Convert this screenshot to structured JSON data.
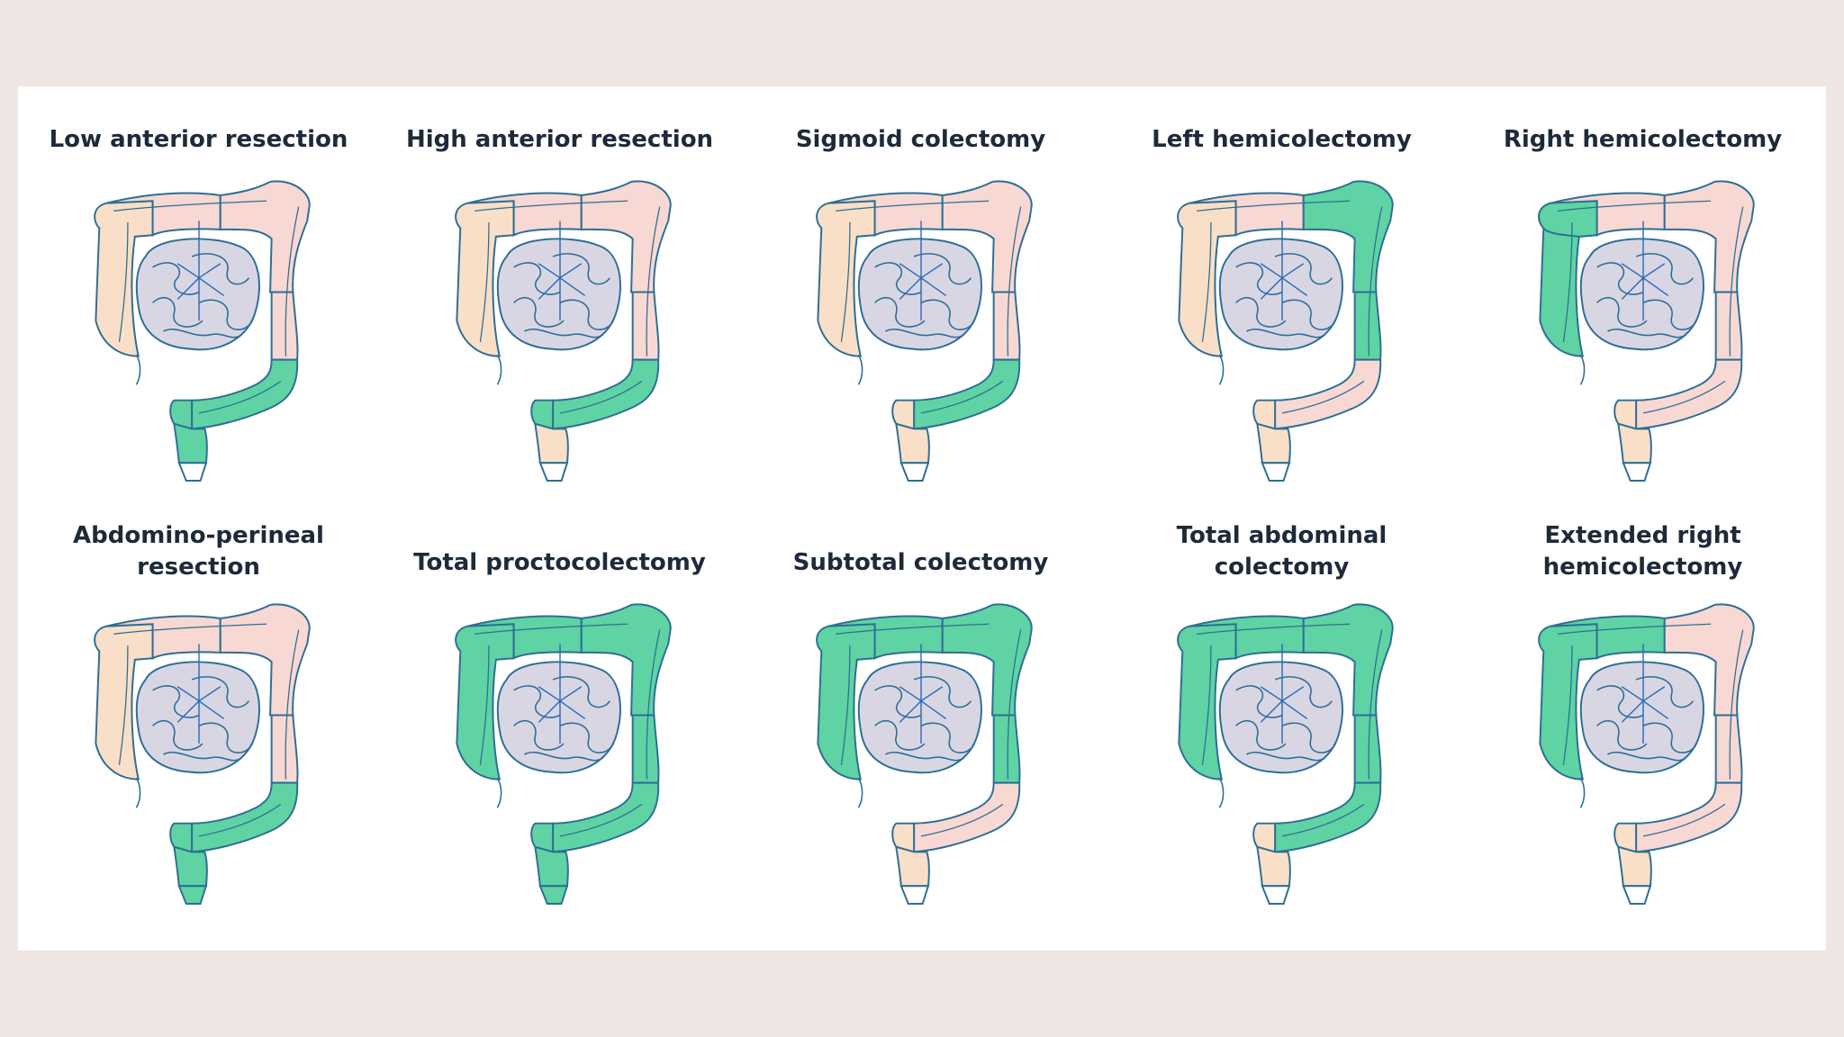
{
  "colors": {
    "background": "#efe6e3",
    "panel": "#ffffff",
    "resected": "#5fd3a3",
    "ascending": "#f9dfc7",
    "transverse_descending": "#f8d8d2",
    "rectum_retained": "#f9dfc7",
    "small_intestine": "#d9d6e4",
    "outline": "#2d6e96",
    "vessels": "#2a6ab8"
  },
  "diagrams": [
    {
      "title": "Low anterior resection",
      "resected": {
        "asc": false,
        "trans": false,
        "desc": false,
        "sigmoid": true,
        "upper_rectum": true,
        "lower_rectum": true,
        "anus": false
      }
    },
    {
      "title": "High anterior resection",
      "resected": {
        "asc": false,
        "trans": false,
        "desc": false,
        "sigmoid": true,
        "upper_rectum": true,
        "lower_rectum": false,
        "anus": false
      }
    },
    {
      "title": "Sigmoid colectomy",
      "resected": {
        "asc": false,
        "trans": false,
        "desc": false,
        "sigmoid": true,
        "upper_rectum": false,
        "lower_rectum": false,
        "anus": false
      }
    },
    {
      "title": "Left hemicolectomy",
      "resected": {
        "asc": false,
        "trans_left": true,
        "trans": false,
        "desc": true,
        "sigmoid": false,
        "upper_rectum": false,
        "lower_rectum": false,
        "anus": false
      }
    },
    {
      "title": "Right hemicolectomy",
      "resected": {
        "asc": true,
        "trans_right_small": true,
        "trans": false,
        "desc": false,
        "sigmoid": false,
        "upper_rectum": false,
        "lower_rectum": false,
        "anus": false
      }
    },
    {
      "title": "Abdomino-perineal\nresection",
      "resected": {
        "asc": false,
        "trans": false,
        "desc": false,
        "sigmoid": true,
        "upper_rectum": true,
        "lower_rectum": true,
        "anus": true
      }
    },
    {
      "title": "Total proctocolectomy",
      "resected": {
        "asc": true,
        "trans": true,
        "desc": true,
        "sigmoid": true,
        "upper_rectum": true,
        "lower_rectum": true,
        "anus": true
      }
    },
    {
      "title": "Subtotal colectomy",
      "resected": {
        "asc": true,
        "trans": true,
        "desc": true,
        "sigmoid": false,
        "upper_rectum": false,
        "lower_rectum": false,
        "anus": false
      }
    },
    {
      "title": "Total abdominal\ncolectomy",
      "resected": {
        "asc": true,
        "trans": true,
        "desc": true,
        "sigmoid": true,
        "upper_rectum": false,
        "lower_rectum": false,
        "anus": false
      }
    },
    {
      "title": "Extended right\nhemicolectomy",
      "resected": {
        "asc": true,
        "trans_extended": true,
        "trans": false,
        "desc": false,
        "sigmoid": false,
        "upper_rectum": false,
        "lower_rectum": false,
        "anus": false
      }
    }
  ]
}
